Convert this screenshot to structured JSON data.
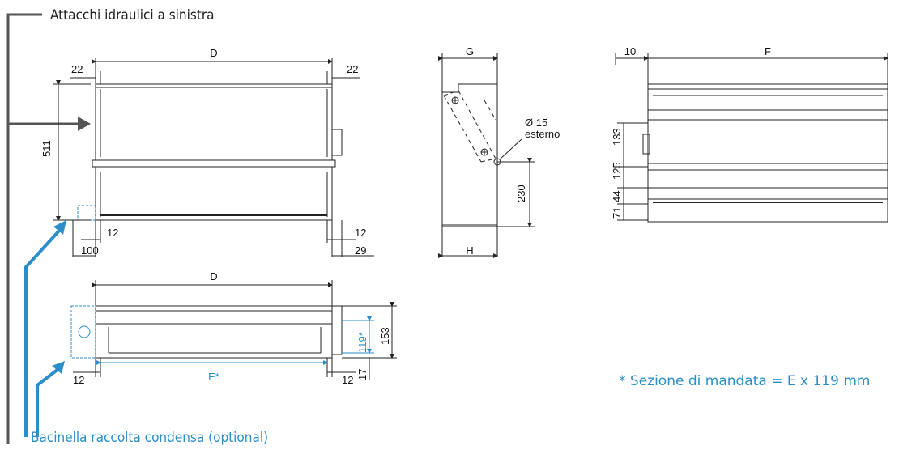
{
  "captions": {
    "left_connections": "Attacchi idraulici a sinistra",
    "drip_tray": "Bacinella raccolta condensa (optional)",
    "section_note": "* Sezione di mandata = E x 119 mm"
  },
  "front_view": {
    "width_label": "D",
    "left_offset": "22",
    "right_offset": "22",
    "height": "511",
    "left_small": "12",
    "left_big": "100",
    "right_small": "12",
    "right_big": "29"
  },
  "side_view": {
    "top_label": "G",
    "bottom_label": "H",
    "height": "230",
    "pipe_label_1": "Ø 15",
    "pipe_label_2": "esterno"
  },
  "rear_view": {
    "width_label": "F",
    "left_offset": "10",
    "d1": "133",
    "d2": "125",
    "d3": "44",
    "d4": "71"
  },
  "top_view": {
    "width_label": "D",
    "outlet_label": "E*",
    "left_offset": "12",
    "right_offset": "12",
    "outlet_height": "119*",
    "height": "153",
    "base": "17"
  },
  "colors": {
    "accent": "#2b8ec8",
    "arrow": "#555555",
    "line": "#222222"
  }
}
